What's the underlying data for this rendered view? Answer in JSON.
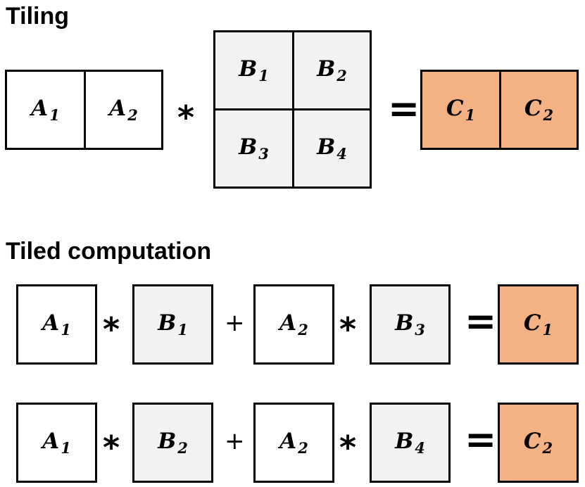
{
  "headings": {
    "tiling": "Tiling",
    "tiled": "Tiled computation"
  },
  "operators": {
    "times": "*",
    "plus": "+",
    "equals": "="
  },
  "tiles": {
    "A1": {
      "base": "A",
      "sub": "1"
    },
    "A2": {
      "base": "A",
      "sub": "2"
    },
    "B1": {
      "base": "B",
      "sub": "1"
    },
    "B2": {
      "base": "B",
      "sub": "2"
    },
    "B3": {
      "base": "B",
      "sub": "3"
    },
    "B4": {
      "base": "B",
      "sub": "4"
    },
    "C1": {
      "base": "C",
      "sub": "1"
    },
    "C2": {
      "base": "C",
      "sub": "2"
    }
  },
  "colors": {
    "a_fill": "#ffffff",
    "b_fill": "#f2f2f2",
    "c_fill": "#f4b183",
    "border": "#000000"
  }
}
